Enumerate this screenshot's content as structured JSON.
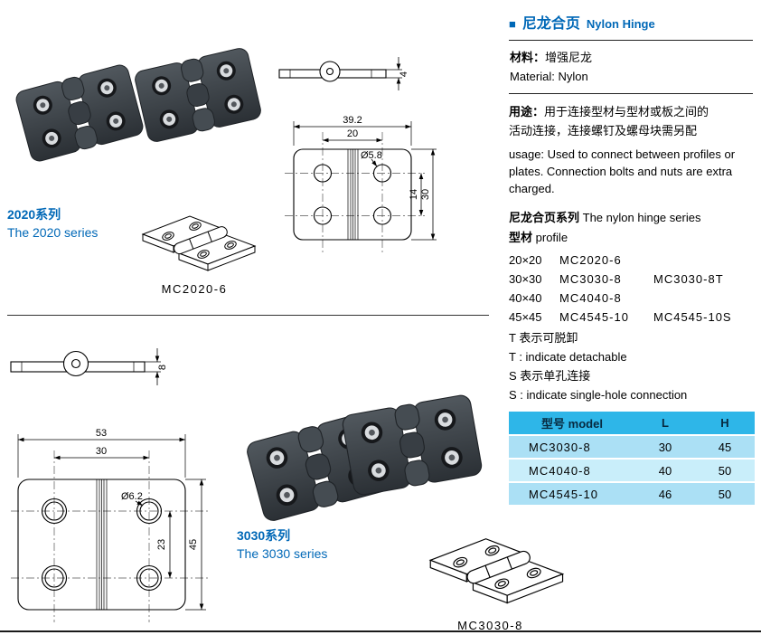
{
  "header": {
    "bullet": "■",
    "title_zh": "尼龙合页",
    "title_en": "Nylon Hinge"
  },
  "material": {
    "label_zh": "材料：",
    "value_zh": "增强尼龙",
    "line_en": "Material: Nylon"
  },
  "usage": {
    "label_zh": "用途：",
    "text_zh_line1": "用于连接型材与型材或板之间的",
    "text_zh_line2": "活动连接，连接螺钉及螺母块需另配",
    "text_en": "usage: Used to connect between profiles or plates. Connection bolts and nuts are extra charged."
  },
  "series_info": {
    "heading_zh": "尼龙合页系列",
    "heading_en": "The nylon hinge series",
    "profile_zh": "型材",
    "profile_en": "profile",
    "models": [
      {
        "size": "20×20",
        "model1": "MC2020-6",
        "model2": ""
      },
      {
        "size": "30×30",
        "model1": "MC3030-8",
        "model2": "MC3030-8T"
      },
      {
        "size": "40×40",
        "model1": "MC4040-8",
        "model2": ""
      },
      {
        "size": "45×45",
        "model1": "MC4545-10",
        "model2": "MC4545-10S"
      }
    ],
    "notes": [
      "T 表示可脱卸",
      "T : indicate detachable",
      "S 表示单孔连接",
      "S : indicate single-hole connection"
    ]
  },
  "spec_table": {
    "headers": [
      "型号 model",
      "L",
      "H"
    ],
    "rows": [
      [
        "MC3030-8",
        "30",
        "45"
      ],
      [
        "MC4040-8",
        "40",
        "50"
      ],
      [
        "MC4545-10",
        "46",
        "50"
      ]
    ]
  },
  "series2020": {
    "label_zh": "2020系列",
    "label_en": "The 2020 series",
    "model": "MC2020-6"
  },
  "series3030": {
    "label_zh": "3030系列",
    "label_en": "The 3030 series",
    "model": "MC3030-8"
  },
  "drawings": {
    "d2020": {
      "thickness": "4",
      "width": "39.2",
      "hole_span_x": "20",
      "hole_dia": "Ø5.8",
      "hole_span_y": "14",
      "height": "30"
    },
    "d3030": {
      "thickness": "8",
      "width": "53",
      "hole_span_x": "30",
      "hole_dia": "Ø6.2",
      "hole_span_y": "23",
      "height": "45"
    }
  },
  "colors": {
    "accent_blue": "#0068b7",
    "table_header": "#2eb6e8",
    "table_row_a": "#abe0f5",
    "table_row_b": "#c9eefa"
  }
}
